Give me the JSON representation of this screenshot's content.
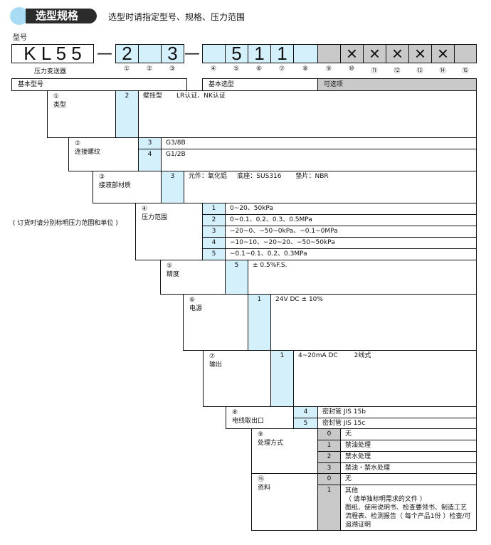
{
  "header": {
    "title": "选型规格",
    "subtitle": "选型时请指定型号、规格、压力范围"
  },
  "model": {
    "label": "型号",
    "base": "K L 5 5",
    "base_caption": "压力变送器",
    "dash": "—",
    "codes": [
      "2",
      "",
      "3",
      "",
      "5",
      "1",
      "1",
      "",
      "",
      "×",
      "×",
      "×",
      "×",
      "×",
      ""
    ],
    "circled": [
      "①",
      "②",
      "③",
      "④",
      "⑤",
      "⑥",
      "⑦",
      "⑧",
      "⑨",
      "⑩",
      "⑪",
      "⑫",
      "⑬",
      "⑭",
      "⑮"
    ]
  },
  "groups": {
    "basic_model": "基本型号",
    "basic_select": "基本选型",
    "options": "可选项"
  },
  "note": "( 订货时请分别标明压力范围和单位 )",
  "colors": {
    "selected": "#d3f0fb",
    "optional": "#c9c9c9",
    "pill": "#2b2b2b",
    "circle": "#a8dcf5"
  },
  "sections": {
    "s1": {
      "num": "①",
      "name": "类型",
      "rows": [
        {
          "code": "2",
          "text": "壁挂型       LR认证、NK认证"
        }
      ]
    },
    "s2": {
      "num": "②",
      "name": "连接螺纹",
      "rows": [
        {
          "code": "3",
          "text": "G3/8B"
        },
        {
          "code": "4",
          "text": "G1/2B"
        }
      ]
    },
    "s3": {
      "num": "③",
      "name": "接液部材质",
      "rows": [
        {
          "code": "3",
          "text": "元件：氧化铝     底座：SUS316       垫片：NBR"
        }
      ]
    },
    "s4": {
      "num": "④",
      "name": "压力范围",
      "rows": [
        {
          "code": "1",
          "text": "0~20、50kPa"
        },
        {
          "code": "2",
          "text": "0~0.1、0.2、0.3、0.5MPa"
        },
        {
          "code": "3",
          "text": "−20~0、−50~0kPa、−0.1~0MPa"
        },
        {
          "code": "4",
          "text": "−10~10、−20~20、−50~50kPa"
        },
        {
          "code": "5",
          "text": "−0.1~0.1、0.2、0.3MPa"
        }
      ]
    },
    "s5": {
      "num": "⑤",
      "name": "精度",
      "rows": [
        {
          "code": "5",
          "text": "± 0.5%F.S."
        }
      ]
    },
    "s6": {
      "num": "⑥",
      "name": "电源",
      "rows": [
        {
          "code": "1",
          "text": "24V DC ± 10%"
        }
      ]
    },
    "s7": {
      "num": "⑦",
      "name": "输出",
      "rows": [
        {
          "code": "1",
          "text": "4~20mA DC        2线式"
        }
      ]
    },
    "s8": {
      "num": "⑧",
      "name": "电线取出口",
      "rows": [
        {
          "code": "4",
          "text": "密封管  JIS 15b"
        },
        {
          "code": "5",
          "text": "密封管  JIS 15c"
        }
      ]
    },
    "s9": {
      "num": "⑨",
      "name": "处理方式",
      "rows": [
        {
          "code": "0",
          "text": "无"
        },
        {
          "code": "1",
          "text": "禁油处理"
        },
        {
          "code": "2",
          "text": "禁水处理"
        },
        {
          "code": "3",
          "text": "禁油・禁水处理"
        }
      ]
    },
    "s15": {
      "num": "⑮",
      "name": "资料",
      "rows": [
        {
          "code": "0",
          "text": "无"
        },
        {
          "code": "1",
          "text": "其他\n（ 请单独标明需求的文件 ）\n图纸、使用说明书、检查要领书、制造工艺流程表、检测报告（ 每个产品1份 ）检查/可追溯证明"
        }
      ]
    }
  }
}
